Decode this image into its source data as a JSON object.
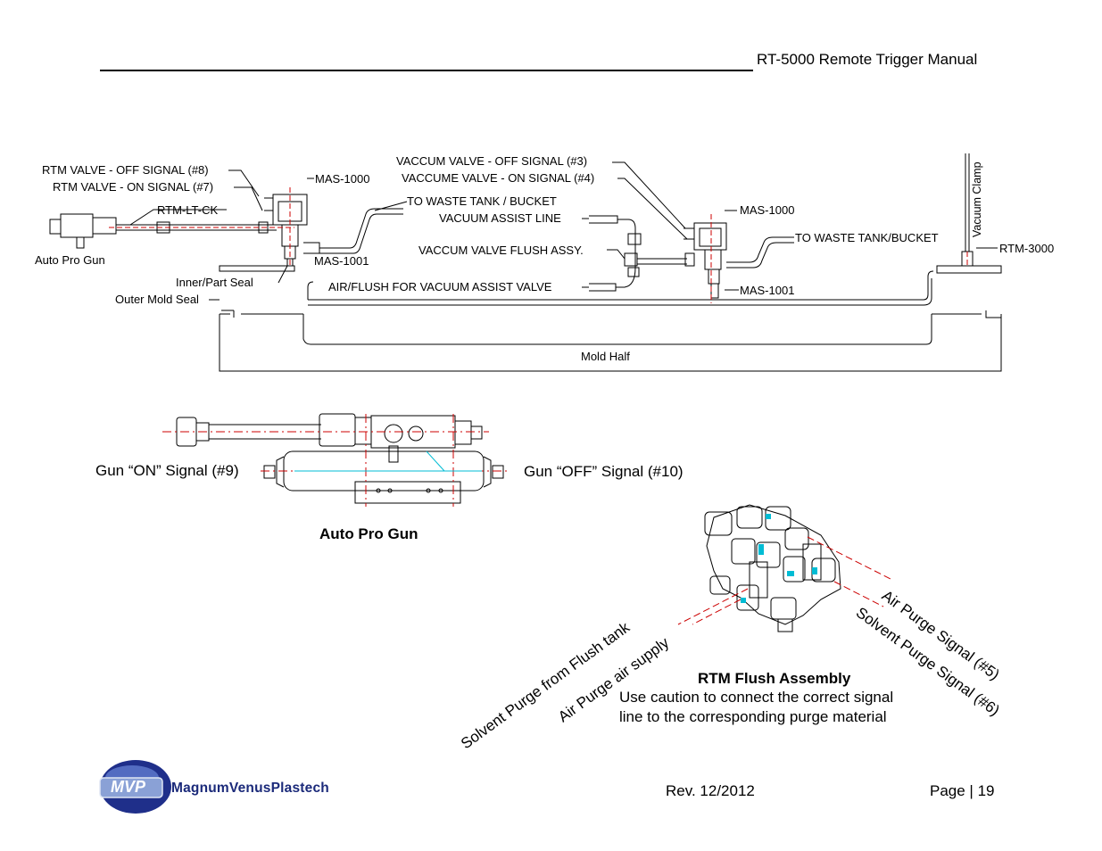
{
  "header": {
    "title": "RT-5000 Remote Trigger Manual"
  },
  "diagram": {
    "labels": {
      "rtm_valve_off": "RTM VALVE - OFF SIGNAL (#8)",
      "rtm_valve_on": "RTM VALVE - ON SIGNAL (#7)",
      "mas1000_left": "MAS-1000",
      "rtm_lt_ck": "RTM-LT-CK",
      "auto_pro_gun_small": "Auto Pro Gun",
      "mas1001_left": "MAS-1001",
      "inner_part_seal": "Inner/Part Seal",
      "outer_mold_seal": "Outer Mold Seal",
      "vaccum_valve_off": "VACCUM VALVE - OFF SIGNAL (#3)",
      "vaccume_valve_on": "VACCUME VALVE - ON SIGNAL (#4)",
      "to_waste_tank_bucket": "TO WASTE TANK / BUCKET",
      "vacuum_assist_line": "VACUUM ASSIST LINE",
      "vaccum_valve_flush": "VACCUM VALVE FLUSH ASSY.",
      "air_flush": "AIR/FLUSH FOR VACUUM ASSIST VALVE",
      "mas1000_right": "MAS-1000",
      "to_waste_tank_right": "TO WASTE TANK/BUCKET",
      "mas1001_right": "MAS-1001",
      "vacuum_clamp": "Vacuum Clamp",
      "rtm3000": "RTM-3000",
      "mold_half": "Mold Half"
    },
    "gun": {
      "on_signal": "Gun “ON” Signal (#9)",
      "off_signal": "Gun “OFF” Signal (#10)",
      "caption": "Auto Pro Gun"
    },
    "flush": {
      "solvent_purge_tank": "Solvent Purge from Flush tank",
      "air_purge_supply": "Air Purge air supply",
      "air_purge_signal": "Air Purge Signal (#5)",
      "solvent_purge_signal": "Solvent Purge Signal (#6)",
      "title": "RTM Flush Assembly",
      "note_line1": "Use caution to connect the correct signal",
      "note_line2": "line to the corresponding purge material"
    }
  },
  "footer": {
    "logo_badge": "MVP",
    "logo_text": "MagnumVenusPlastech",
    "revision": "Rev. 12/2012",
    "page": "Page | 19"
  },
  "colors": {
    "accent_red": "#cc0000",
    "accent_cyan": "#00bcd4",
    "logo_blue": "#1b2a7a"
  }
}
